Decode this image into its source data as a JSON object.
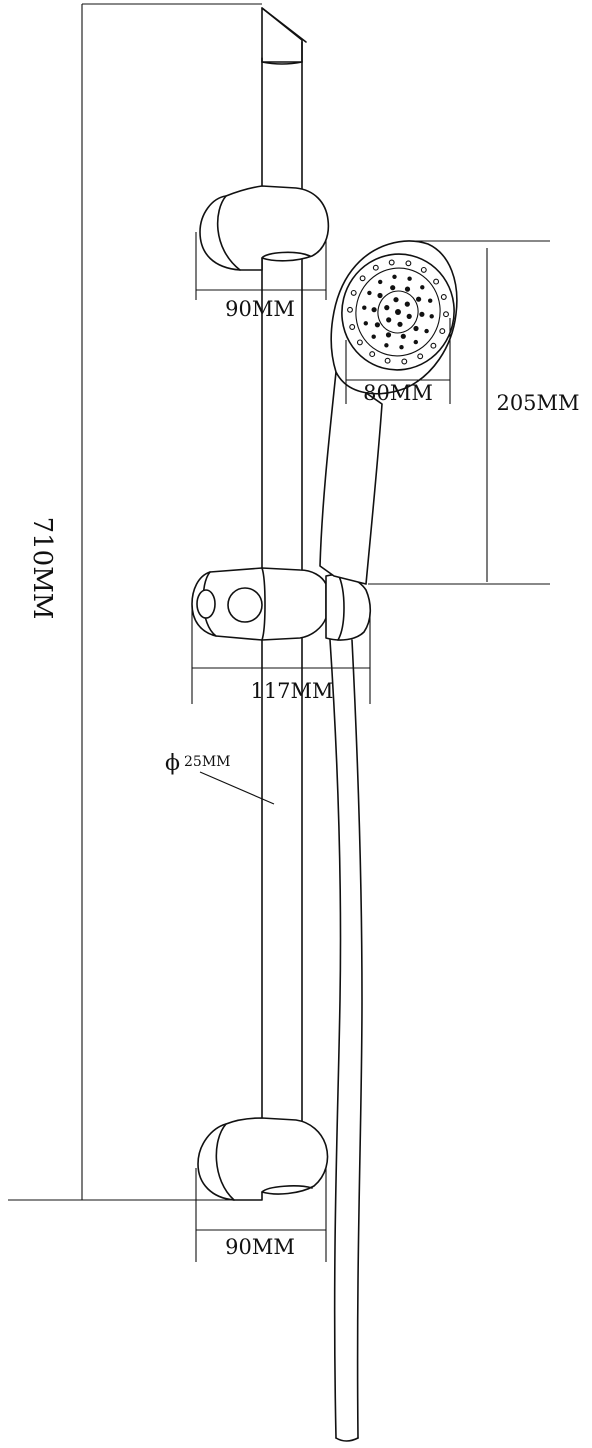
{
  "dimensions": {
    "total_height": "710MM",
    "bracket_top_width": "90MM",
    "bracket_bottom_width": "90MM",
    "slider_width": "117MM",
    "head_width": "80MM",
    "head_height": "205MM",
    "rail_diameter": "25MM",
    "diameter_symbol": "ϕ"
  },
  "colors": {
    "line": "#111111",
    "background": "#ffffff"
  }
}
